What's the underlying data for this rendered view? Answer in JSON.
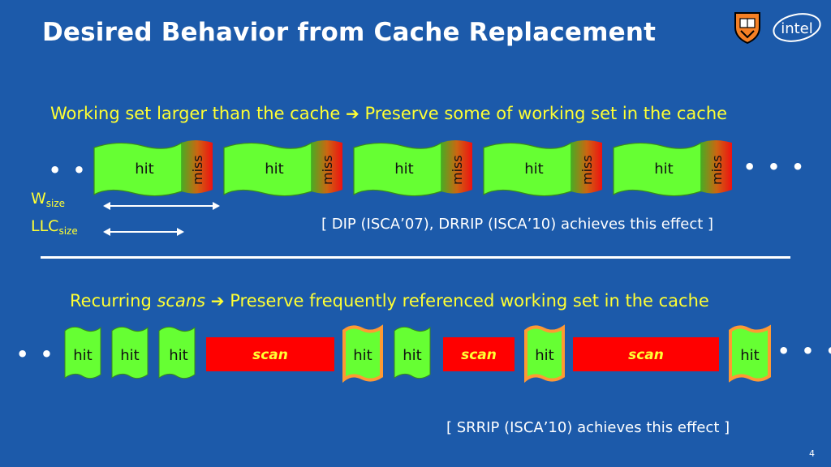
{
  "title": "Desired Behavior from Cache Replacement",
  "section1": {
    "heading_left": "Working set larger than the cache",
    "heading_right": "Preserve some of working set in the cache",
    "hit_label": "hit",
    "miss_label": "miss",
    "w_label": "W",
    "w_sub": "size",
    "llc_label": "LLC",
    "llc_sub": "size",
    "note": "[ DIP (ISCA’07), DRRIP (ISCA’10) achieves this effect ]"
  },
  "section2": {
    "heading_left": "Recurring ",
    "heading_italic": "scans",
    "heading_right": "Preserve frequently referenced working set in the cache",
    "hit_label": "hit",
    "scan_label": "scan",
    "note": "[ SRRIP (ISCA’10) achieves this effect ]"
  },
  "ellipsis": "• • •",
  "logos": {
    "intel": "intel"
  },
  "page_number": "4",
  "colors": {
    "background": "#1c5aaa",
    "hit_green": "#66ff33",
    "scan_red": "#ff0000",
    "highlight_orange": "#ff9933",
    "text_yellow": "#ffff33"
  }
}
